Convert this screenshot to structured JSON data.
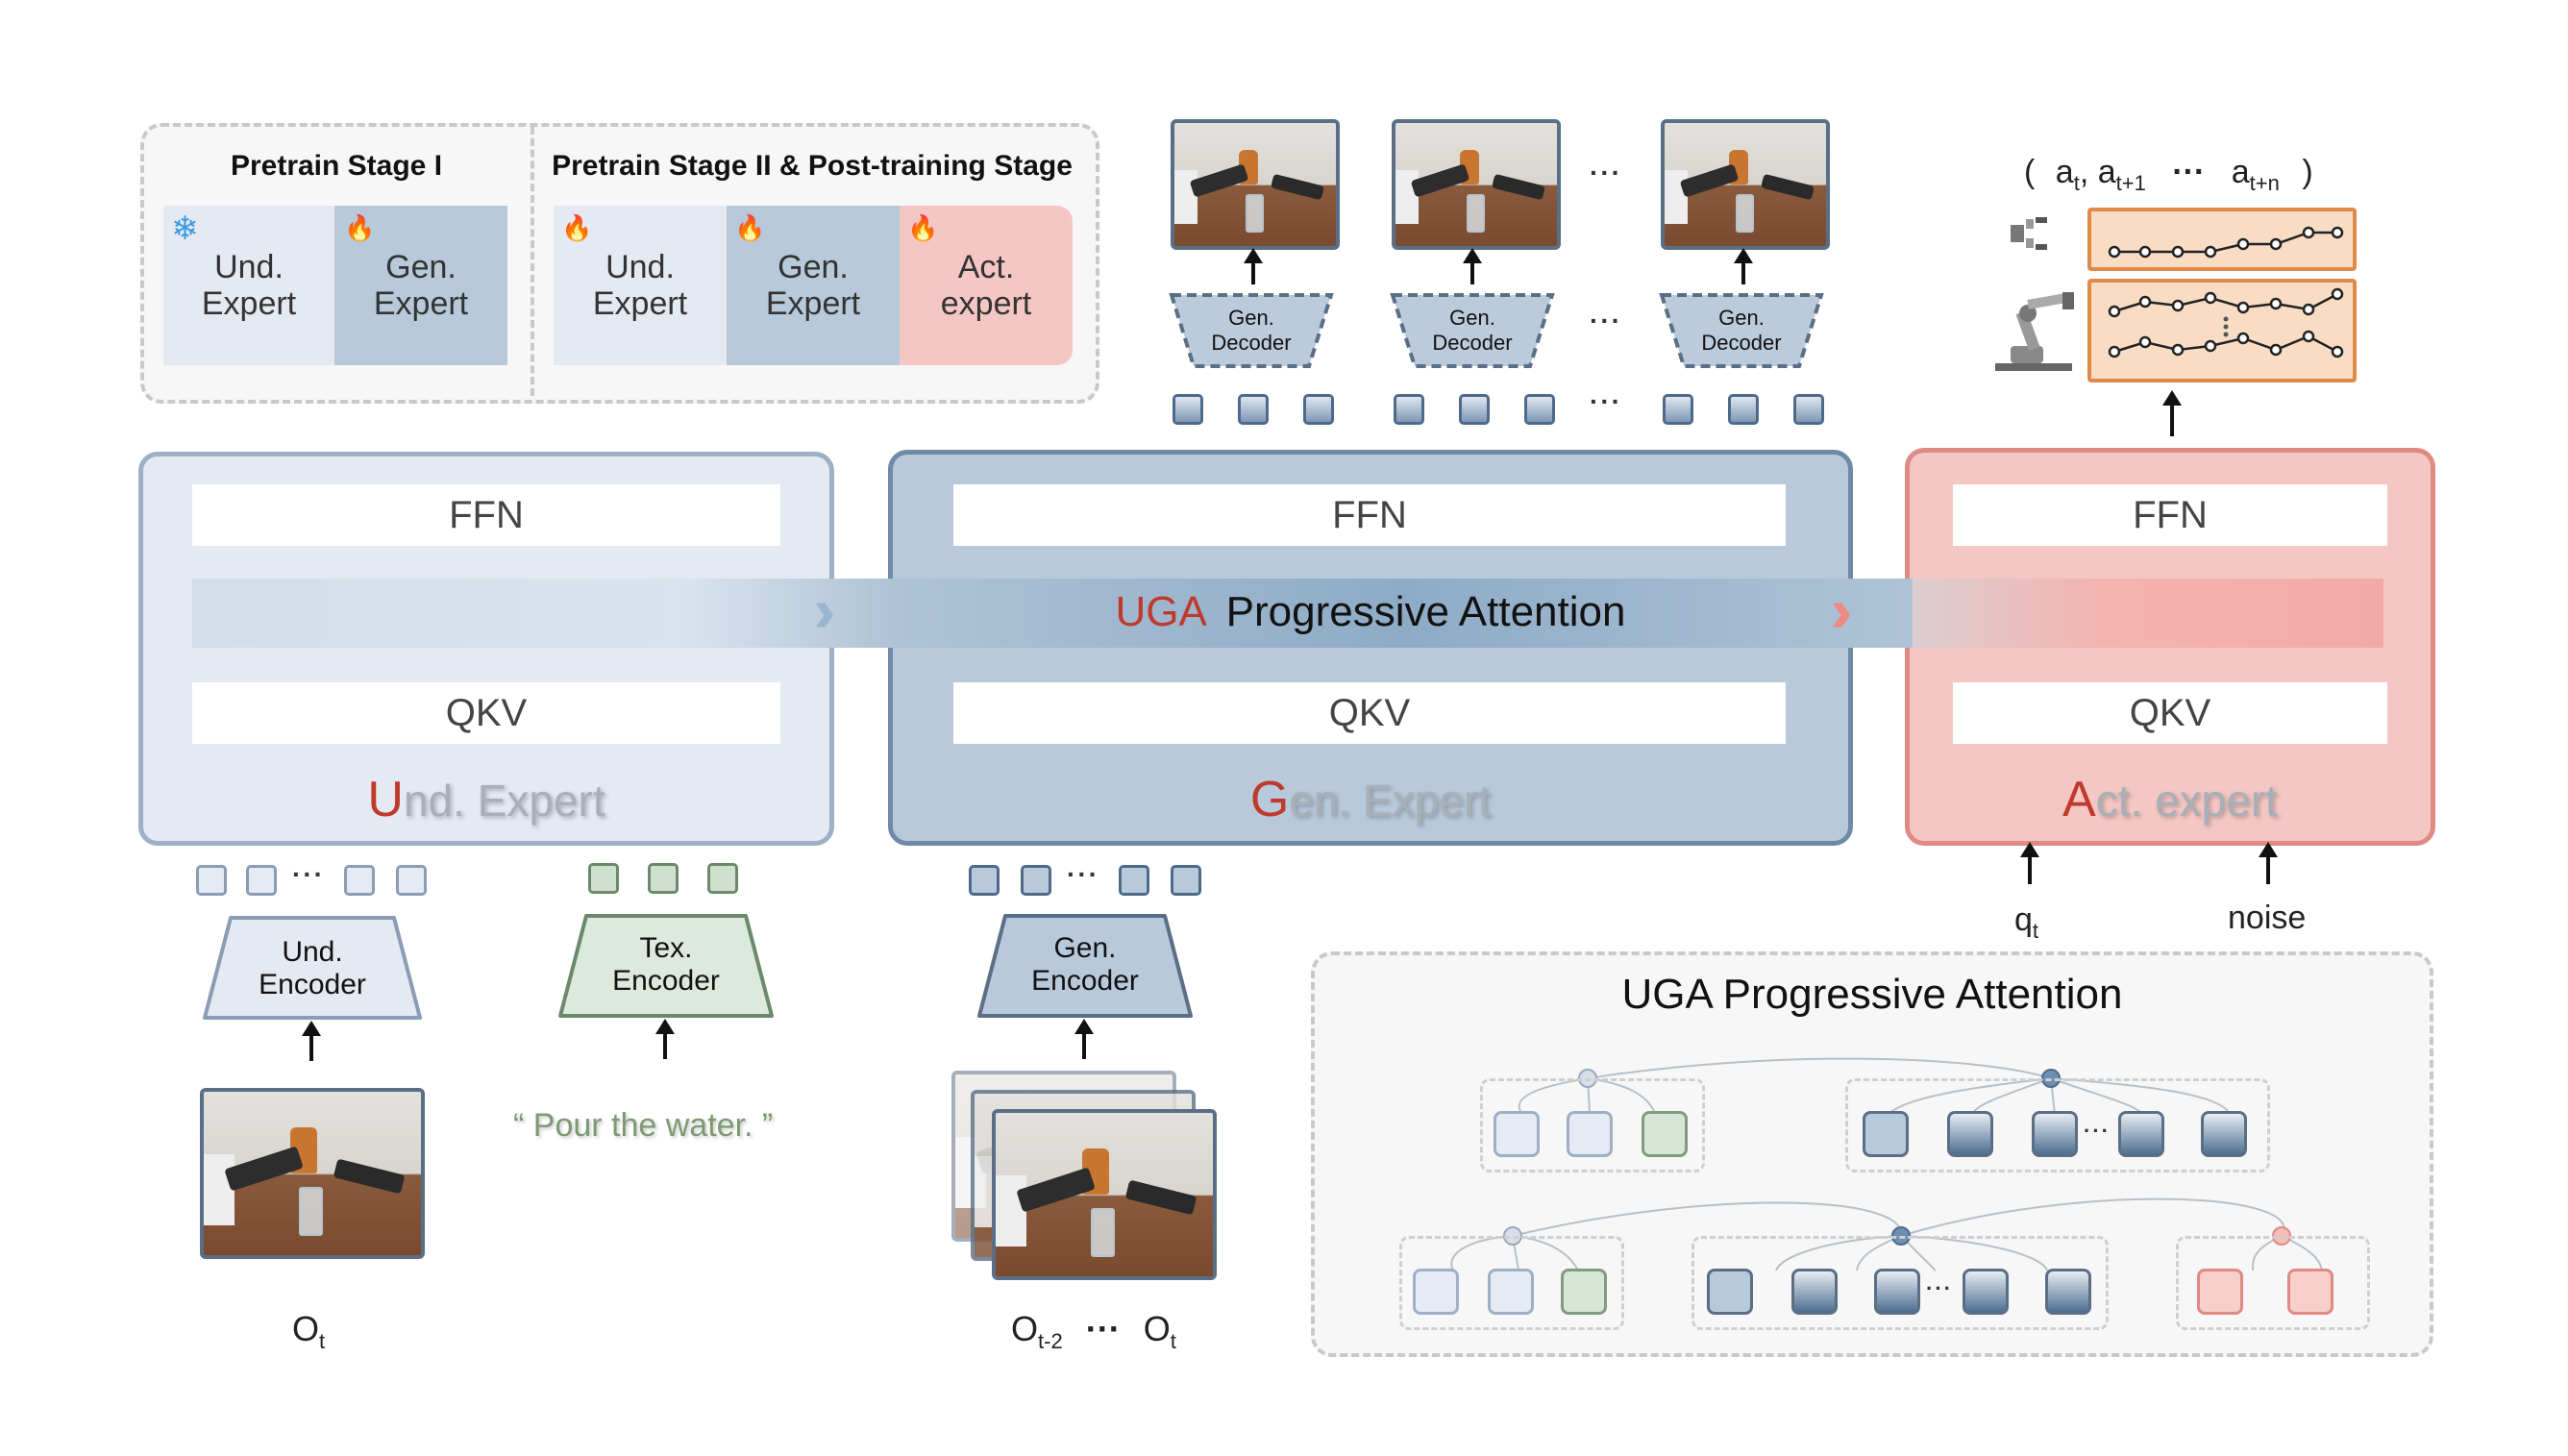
{
  "stages": {
    "stage1_title": "Pretrain Stage I",
    "stage2_title": "Pretrain Stage II & Post-training Stage",
    "boxes": [
      {
        "label": "Und.\nExpert",
        "badge": "snowflake-icon",
        "badge_char": "❄",
        "badge_color": "#3b9ae1",
        "bg": "#e4e9f2"
      },
      {
        "label": "Gen.\nExpert",
        "badge": "flame-icon",
        "badge_char": "🔥",
        "badge_color": "#e8552b",
        "bg": "#b7c9da"
      },
      {
        "label": "Und.\nExpert",
        "badge": "flame-icon",
        "badge_char": "🔥",
        "badge_color": "#e8552b",
        "bg": "#e4e9f2"
      },
      {
        "label": "Gen.\nExpert",
        "badge": "flame-icon",
        "badge_char": "🔥",
        "badge_color": "#e8552b",
        "bg": "#b7c9da"
      },
      {
        "label": "Act.\nexpert",
        "badge": "flame-icon",
        "badge_char": "🔥",
        "badge_color": "#e8552b",
        "bg": "#f5c7c4"
      }
    ]
  },
  "decoders": {
    "label": "Gen.\nDecoder",
    "ellipsis": "···"
  },
  "actions": {
    "label_open": "(",
    "a_t": "a",
    "a_t_sub": "t",
    "a_t1": "a",
    "a_t1_sub": "t+1",
    "dots": "···",
    "a_tn": "a",
    "a_tn_sub": "t+n",
    "label_close": ")"
  },
  "experts": {
    "und": {
      "ffn": "FFN",
      "qkv": "QKV",
      "name_first": "U",
      "name_rest": "nd. Expert"
    },
    "gen": {
      "ffn": "FFN",
      "qkv": "QKV",
      "name_first": "G",
      "name_rest": "en. Expert"
    },
    "act": {
      "ffn": "FFN",
      "qkv": "QKV",
      "name_first": "A",
      "name_rest": "ct. expert"
    }
  },
  "attention_band": {
    "prefix": "UGA",
    "rest": "Progressive  Attention"
  },
  "encoders": {
    "und": "Und.\nEncoder",
    "tex": "Tex.\nEncoder",
    "gen": "Gen.\nEncoder"
  },
  "inputs": {
    "obs": "O",
    "obs_sub": "t",
    "instruction": "“ Pour the water. ”",
    "obs_seq_a": "O",
    "obs_seq_a_sub": "t-2",
    "obs_seq_dots": "···",
    "obs_seq_b": "O",
    "obs_seq_b_sub": "t",
    "q": "q",
    "q_sub": "t",
    "noise": "noise"
  },
  "attention_panel": {
    "title": "UGA  Progressive  Attention",
    "dots": "···"
  },
  "colors": {
    "und": "#e4e9f2",
    "gen": "#b7c9da",
    "act": "#f5c7c4",
    "accent_red": "#c0392b"
  }
}
